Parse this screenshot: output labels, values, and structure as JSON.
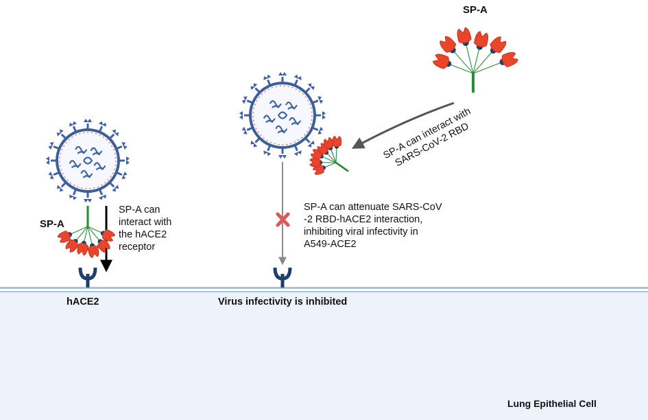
{
  "labels": {
    "spa_top": "SP-A",
    "spa_left": "SP-A",
    "interact_rbd_1": "SP-A can interact with",
    "interact_rbd_2": "SARS-CoV-2 RBD",
    "interact_hace2_1": "SP-A can",
    "interact_hace2_2": "interact with",
    "interact_hace2_3": "the hACE2",
    "interact_hace2_4": "receptor",
    "attenuate_1": "SP-A can attenuate SARS-CoV",
    "attenuate_2": "-2 RBD-hACE2 interaction,",
    "attenuate_3": "inhibiting viral infectivity in",
    "attenuate_4": "A549-ACE2",
    "hace2": "hACE2",
    "virus_inhibited": "Virus infectivity is inhibited",
    "cell": "Lung Epithelial Cell"
  },
  "colors": {
    "virus_envelope": "#3d5f97",
    "spike_protein": "#3f60a8",
    "rna": "#3e65a5",
    "spa_head": "#e8452a",
    "spa_stalk": "#2c8a3a",
    "receptor": "#1f3f6b",
    "membrane": "#a9c3da",
    "cell_fill": "#ecf3fa",
    "inhibit_mark": "#d85a5a"
  },
  "icons": [
    "coronavirus-icon",
    "sp-a-protein-icon",
    "hace2-receptor-icon",
    "inhibition-x-icon"
  ]
}
